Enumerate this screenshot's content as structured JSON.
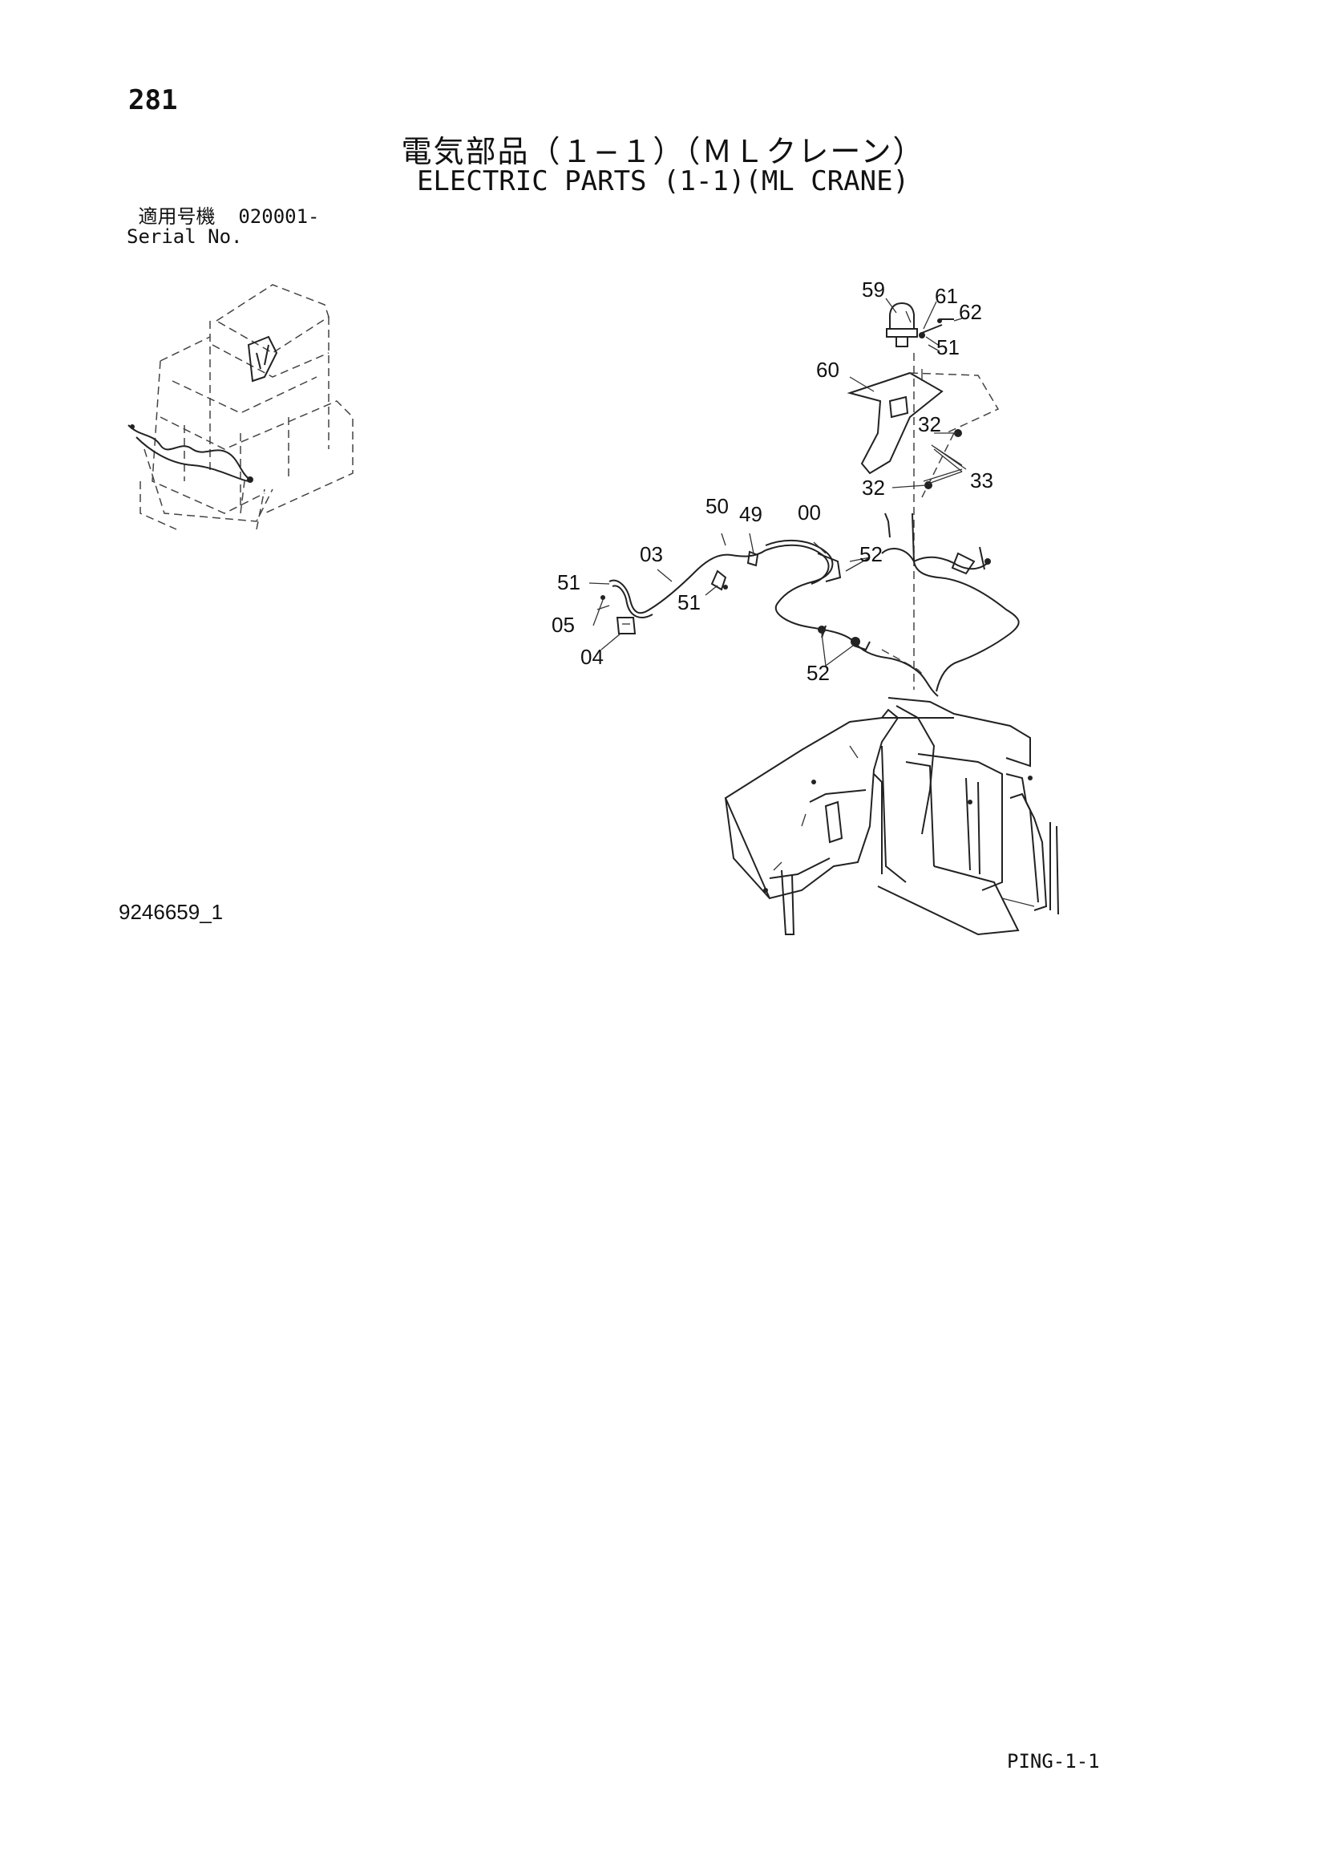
{
  "page_number": "281",
  "title_jp": "電気部品（１−１）（ＭＬクレーン）",
  "title_en": "ELECTRIC PARTS (1-1)(ML CRANE)",
  "serial": {
    "label_jp": "適用号機",
    "value": "020001-",
    "label_en": "Serial No."
  },
  "drawing_number": "9246659_1",
  "page_code": "PING-1-1",
  "callouts": {
    "c59": "59",
    "c61": "61",
    "c62": "62",
    "c51a": "51",
    "c60": "60",
    "c32a": "32",
    "c32b": "32",
    "c33": "33",
    "c50": "50",
    "c49": "49",
    "c00": "00",
    "c03": "03",
    "c52a": "52",
    "c51b": "51",
    "c51c": "51",
    "c05": "05",
    "c04": "04",
    "c52b": "52"
  }
}
